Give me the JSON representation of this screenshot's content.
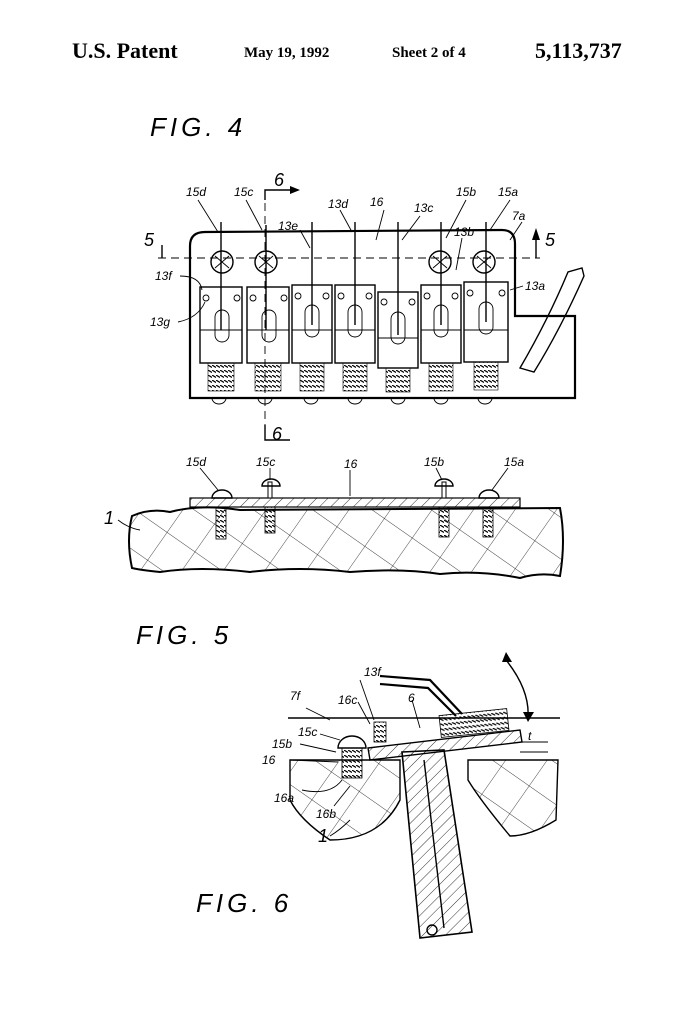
{
  "header": {
    "left": "U.S. Patent",
    "date": "May 19, 1992",
    "sheet": "Sheet 2 of 4",
    "number": "5,113,737"
  },
  "figures": {
    "fig4": "FIG. 4",
    "fig5": "FIG. 5",
    "fig6": "FIG. 6"
  },
  "fig4_labels": {
    "l15d": "15d",
    "l15c": "15c",
    "l6top": "6",
    "l13e": "13e",
    "l13d": "13d",
    "l16": "16",
    "l13c": "13c",
    "l15b": "15b",
    "l15a": "15a",
    "l13b": "13b",
    "l7a": "7a",
    "l13a": "13a",
    "l13f": "13f",
    "l13g": "13g",
    "l5left": "5",
    "l5right": "5",
    "l6bot": "6"
  },
  "fig5_labels": {
    "l15d": "15d",
    "l15c": "15c",
    "l16": "16",
    "l15b": "15b",
    "l15a": "15a",
    "l1": "1"
  },
  "fig6_labels": {
    "l13f": "13f",
    "l7f": "7f",
    "l16c": "16c",
    "l6": "6",
    "l15c": "15c",
    "l15b": "15b",
    "l16": "16",
    "l16a": "16a",
    "l16b": "16b",
    "l1": "1",
    "lt": "t"
  }
}
